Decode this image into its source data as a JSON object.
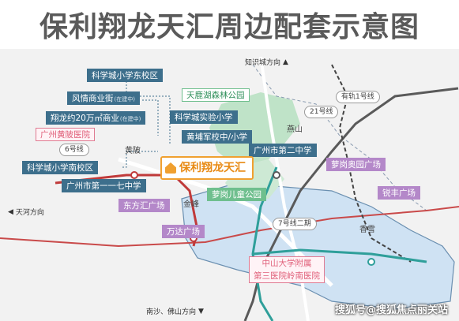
{
  "title": "保利翔龙天汇周边配套示意图",
  "directions": {
    "north": "知识城方向",
    "west": "天河方向",
    "south": "南沙、佛山方向"
  },
  "rails": {
    "line21": "21号线",
    "line6": "6号线",
    "line7_ext": "7号线二期",
    "line_you1": "有轨1号线"
  },
  "feature": "保利翔龙天汇",
  "labels": {
    "l1": "科学城小学东校区",
    "l2": "风情商业街",
    "l2_note": "(在建中)",
    "l3": "翔龙约20万㎡商业",
    "l3_note": "(在建中)",
    "l4": "广州黄陂医院",
    "l5": "天鹿湖森林公园",
    "l6": "科学城实验小学",
    "l7": "黄埔军校中/小学",
    "l8": "科学城小学南校区",
    "l9": "广州市第一一七中学",
    "l10": "东方汇广场",
    "l11": "广州市第二中学",
    "l12": "萝岗儿童公园",
    "l13": "萝岗奥园广场",
    "l14": "锐丰广场",
    "l15": "万达广场",
    "l16": "中山大学附属",
    "l16b": "第三医院岭南医院"
  },
  "places": {
    "huangbei": "黄陂",
    "jinfeng": "金峰",
    "yanshan": "燕山",
    "xiangxue": "香雪"
  },
  "watermark": "搜狐号@搜狐焦点丽关站",
  "colors": {
    "blue_label": "#3d6f8c",
    "green_label": "#6fbf8e",
    "purple_label": "#b488c9",
    "feature": "#f0a030"
  }
}
